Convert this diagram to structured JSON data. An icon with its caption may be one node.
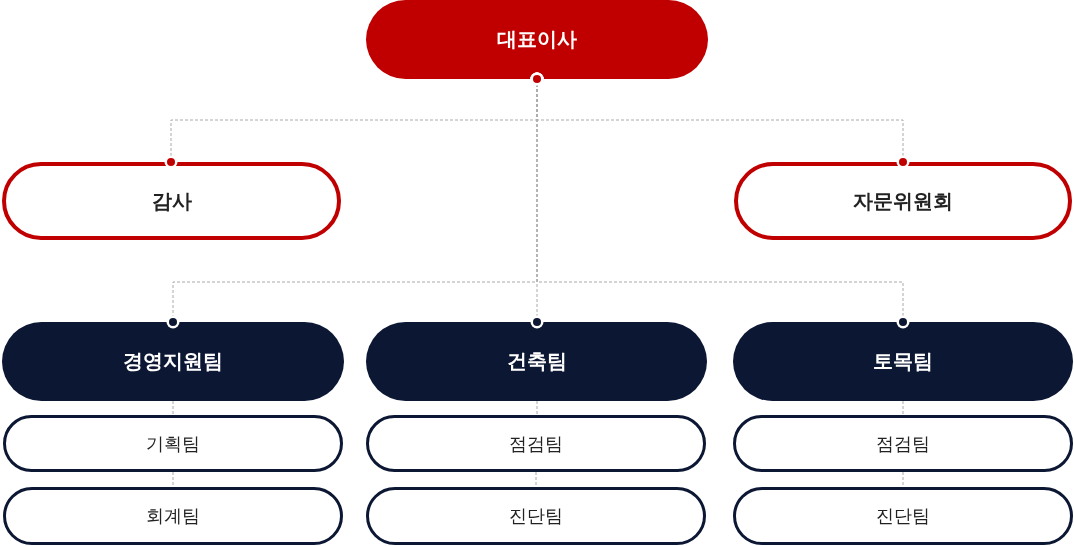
{
  "diagram": {
    "nodes": [
      {
        "text": [
          "대표이사"
        ]
      },
      {
        "text": [
          "감사"
        ]
      },
      {
        "text": [
          "자문위원회"
        ]
      },
      {
        "text": [
          "경영지원팀"
        ]
      },
      {
        "text": [
          "건축팀"
        ]
      },
      {
        "text": [
          "토목팀"
        ]
      },
      {
        "text": [
          "기획팀"
        ]
      },
      {
        "text": [
          "회계팀"
        ]
      },
      {
        "text": [
          "점검팀"
        ]
      },
      {
        "text": [
          "진단팀"
        ]
      },
      {
        "text": [
          "점검팀"
        ]
      },
      {
        "text": [
          "진단팀"
        ]
      }
    ],
    "edges": [
      {
        "from": 0,
        "to": 1,
        "arrow": "other",
        "style": "dashed"
      },
      {
        "from": 0,
        "to": 2,
        "arrow": "other",
        "style": "dashed"
      },
      {
        "from": 0,
        "to": 3,
        "arrow": "other",
        "style": "dashed"
      },
      {
        "from": 0,
        "to": 4,
        "arrow": "other",
        "style": "dashed"
      },
      {
        "from": 0,
        "to": 5,
        "arrow": "other",
        "style": "dashed"
      },
      {
        "from": 3,
        "to": 6,
        "arrow": "none",
        "style": "dashed"
      },
      {
        "from": 6,
        "to": 7,
        "arrow": "none",
        "style": "dashed"
      },
      {
        "from": 4,
        "to": 8,
        "arrow": "none",
        "style": "dashed"
      },
      {
        "from": 8,
        "to": 9,
        "arrow": "none",
        "style": "dashed"
      },
      {
        "from": 5,
        "to": 10,
        "arrow": "none",
        "style": "dashed"
      },
      {
        "from": 10,
        "to": 11,
        "arrow": "none",
        "style": "dashed"
      }
    ]
  }
}
